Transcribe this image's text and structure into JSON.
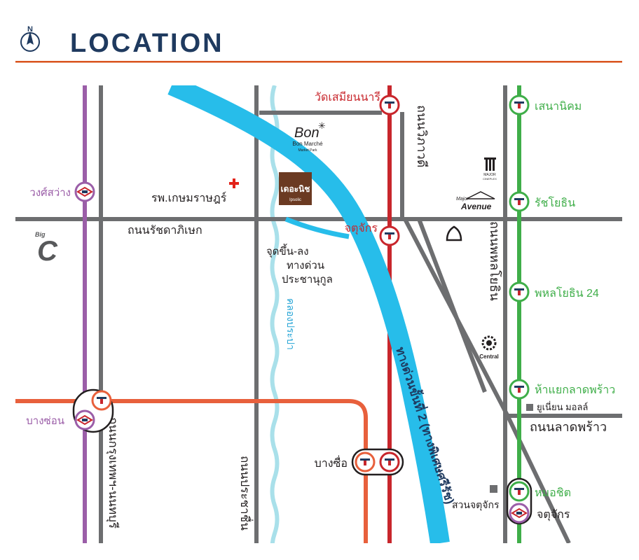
{
  "header": {
    "title": "LOCATION",
    "compass_label": "N",
    "title_color": "#1f3a5f",
    "rule_color": "#d9541e"
  },
  "colors": {
    "road": "#6d6e70",
    "expressway": "#27bdea",
    "bts_green": "#3fae49",
    "mrt_red": "#c8262c",
    "arl_purple": "#9b5ea8",
    "orange_line": "#e8603c",
    "canal": "#a9e0ea",
    "project": "#6b3a22"
  },
  "roads": {
    "ratchadaphisek": "ถนนรัชดาภิเษก",
    "vibhavadi": "ถนนวิภาวดี",
    "phahonyothin": "ถนนพหลโยธิน",
    "lat_phrao": "ถนนลาดพร้าว",
    "prachachuen": "ถนนประชาชื่น",
    "krungthep_nonthaburi": "ถนนกรุงเทพฯ-นนทบุรี",
    "expressway": "ทางด่วนขั้นที่ 2 (ทางพิเศษศรีรัช)",
    "canal": "คลองประปา"
  },
  "stations": {
    "wat_samian_nari": "วัดเสมียนนารี",
    "chatuchak_mrt": "จตุจักร",
    "bang_sue": "บางซื่อ",
    "wong_sawang": "วงศ์สว่าง",
    "bang_son": "บางซ่อน",
    "sena_nikhom": "เสนานิคม",
    "ratchayothin": "รัชโยธิน",
    "phahon_yothin_24": "พหลโยธิน 24",
    "ha_yaek_lat_phrao": "ห้าแยกลาดพร้าว",
    "mo_chit": "หมอชิต",
    "chatuchak_arl": "จตุจักร"
  },
  "places": {
    "project_name": "เดอะนิช",
    "project_sub": "Ipsolic",
    "hospital": "รพ.เกษมราษฎร์",
    "expressway_access": [
      "จุดขึ้น-ลง",
      "ทางด่วน",
      "ประชานุกูล"
    ],
    "union_mall": "ยูเนี่ยน มอลล์",
    "chatuchak_park": "สวนจตุจักร",
    "bon_marche_script": "Bon",
    "bon_marche_name": "Bon Marché",
    "bon_marche_sub": "Market Park",
    "major_name": "MAJOR",
    "major_sub": "CINEPLEX",
    "major_avenue_small": "Major",
    "major_avenue_large": "Avenue",
    "central": "Central",
    "big_c_small": "Big",
    "big_c_large": "C"
  }
}
